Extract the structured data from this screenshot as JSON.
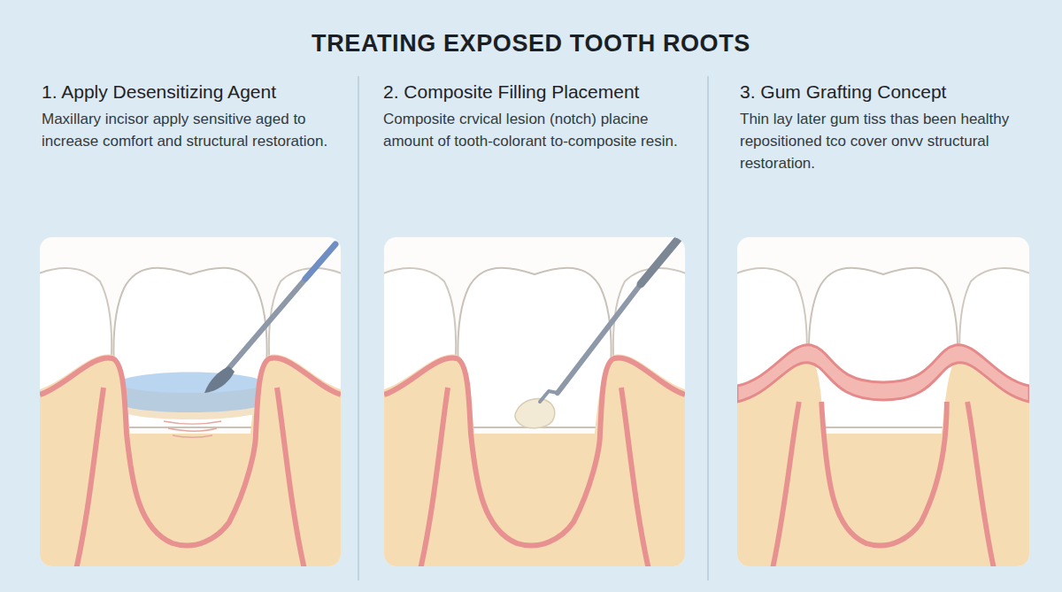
{
  "diagram": {
    "title": "TREATING EXPOSED TOOTH ROOTS",
    "nodes": [
      {
        "text": [
          "1. Apply Desensitizing Agent",
          "Maxillary incisor apply sensitive aged to increase comfort and structural restoration."
        ]
      },
      {
        "text": [
          "2. Composite Filling Placement",
          "Composite crvical lesion (notch) placine amount of tooth-colorant to-composite resin."
        ]
      },
      {
        "text": [
          "3. Gum Grafting Concept",
          "Thin lay later gum tiss thas been healthy repositioned tco cover onvv structural restoration."
        ]
      }
    ]
  }
}
